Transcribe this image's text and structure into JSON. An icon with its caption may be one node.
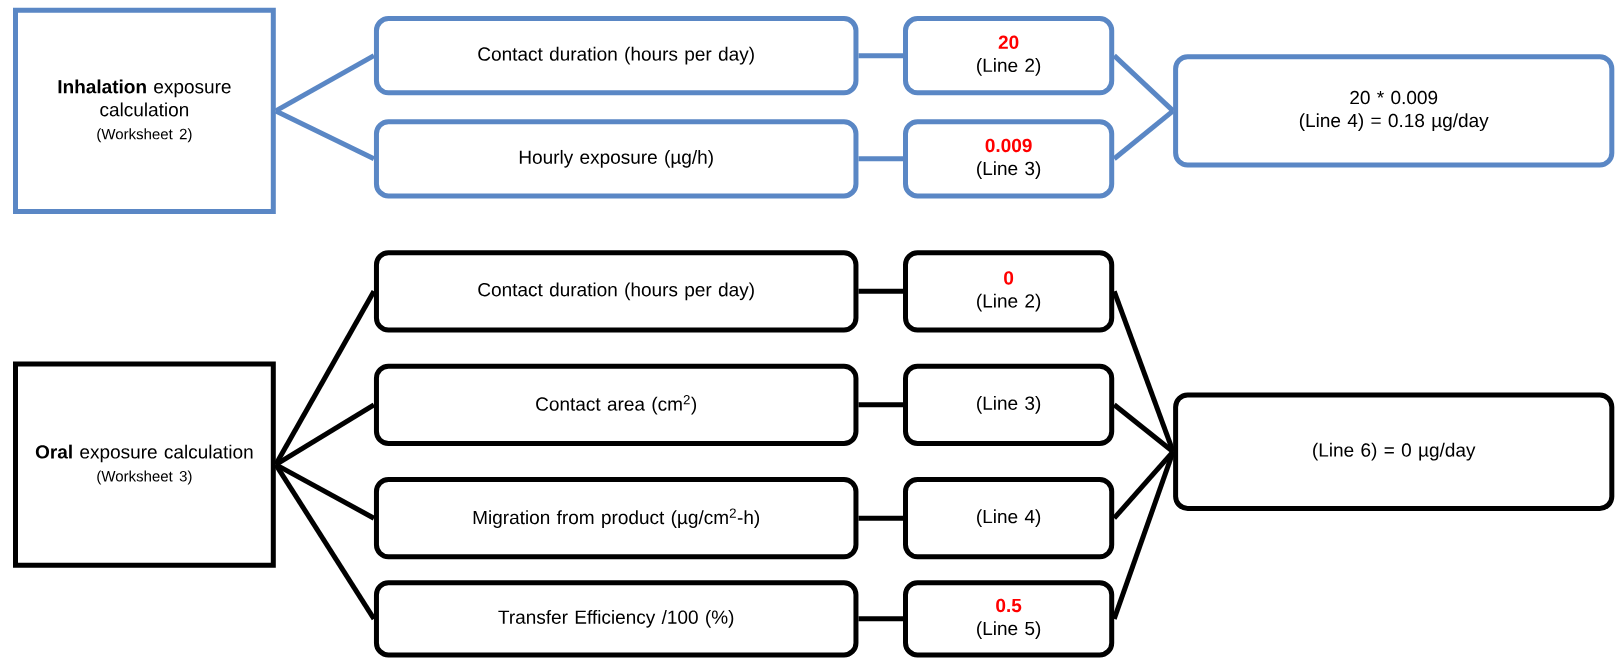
{
  "diagram": {
    "nodes": [
      {
        "text": [
          "**Inhalation** exposure calculation",
          "(Worksheet 2)"
        ]
      },
      {
        "text": [
          "Contact duration (hours per day)"
        ]
      },
      {
        "text": [
          "Hourly exposure (µg/h)"
        ]
      },
      {
        "text": [
          "20",
          "(Line 2)"
        ]
      },
      {
        "text": [
          "0.009",
          "(Line 3)"
        ]
      },
      {
        "text": [
          "20 * 0.009",
          "(Line 4) = 0.18 µg/day"
        ]
      },
      {
        "text": [
          "**Oral** exposure calculation",
          "(Worksheet 3)"
        ]
      },
      {
        "text": [
          "Contact duration (hours per day)"
        ]
      },
      {
        "text": [
          "Contact area (cm$^{2}$)"
        ]
      },
      {
        "text": [
          "Migration from product (µg/cm$^{2}$-h)"
        ]
      },
      {
        "text": [
          "Transfer Efficiency /100  (%)"
        ]
      },
      {
        "text": [
          "0",
          "(Line 2)"
        ]
      },
      {
        "text": [
          "(Line 3)"
        ]
      },
      {
        "text": [
          "(Line 4)"
        ]
      },
      {
        "text": [
          "0.5",
          "(Line 5)"
        ]
      },
      {
        "text": [
          "(Line 6) = 0 µg/day"
        ]
      }
    ],
    "edges": [
      {
        "from": 0,
        "to": 1,
        "arrow": "none",
        "color": "#5a87c5"
      },
      {
        "from": 0,
        "to": 2,
        "arrow": "none",
        "color": "#5a87c5"
      },
      {
        "from": 1,
        "to": 3,
        "arrow": "none",
        "color": "#5a87c5"
      },
      {
        "from": 2,
        "to": 4,
        "arrow": "none",
        "color": "#5a87c5"
      },
      {
        "from": 3,
        "to": 5,
        "arrow": "none",
        "color": "#5a87c5"
      },
      {
        "from": 4,
        "to": 5,
        "arrow": "none",
        "color": "#5a87c5"
      },
      {
        "from": 6,
        "to": 7,
        "arrow": "none"
      },
      {
        "from": 6,
        "to": 8,
        "arrow": "none"
      },
      {
        "from": 6,
        "to": 9,
        "arrow": "none"
      },
      {
        "from": 6,
        "to": 10,
        "arrow": "none"
      },
      {
        "from": 7,
        "to": 11,
        "arrow": "none"
      },
      {
        "from": 8,
        "to": 12,
        "arrow": "none"
      },
      {
        "from": 9,
        "to": 13,
        "arrow": "none"
      },
      {
        "from": 10,
        "to": 14,
        "arrow": "none"
      },
      {
        "from": 11,
        "to": 15,
        "arrow": "none"
      },
      {
        "from": 12,
        "to": 15,
        "arrow": "none"
      },
      {
        "from": 13,
        "to": 15,
        "arrow": "none"
      },
      {
        "from": 14,
        "to": 15,
        "arrow": "none"
      }
    ]
  }
}
